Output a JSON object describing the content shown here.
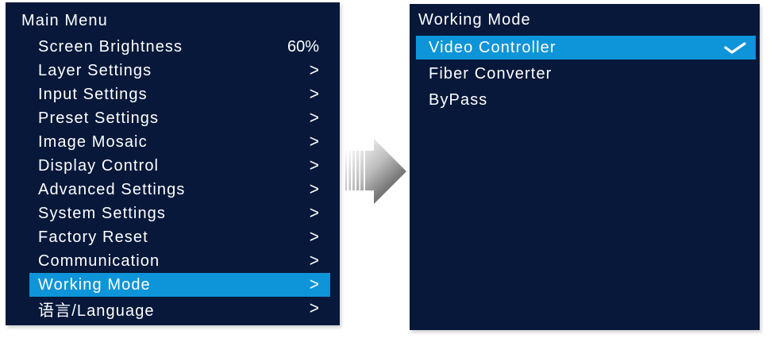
{
  "colors": {
    "page_bg": "#ffffff",
    "panel_bg": "#07183a",
    "highlight": "#0e94d8",
    "text": "#ffffff",
    "arrow_light": "#fdfdfd",
    "arrow_mid": "#bdbdbd",
    "arrow_dark": "#3f3f3f"
  },
  "icons": {
    "chevron_glyph": ">",
    "transition_arrow": "right-arrow-icon",
    "checkmark": "check-icon"
  },
  "main_menu": {
    "title": "Main Menu",
    "items": [
      {
        "label": "Screen Brightness",
        "value": "60%",
        "chevron": false,
        "selected": false
      },
      {
        "label": "Layer Settings",
        "value": "",
        "chevron": true,
        "selected": false
      },
      {
        "label": "Input Settings",
        "value": "",
        "chevron": true,
        "selected": false
      },
      {
        "label": "Preset Settings",
        "value": "",
        "chevron": true,
        "selected": false
      },
      {
        "label": "Image Mosaic",
        "value": "",
        "chevron": true,
        "selected": false
      },
      {
        "label": "Display Control",
        "value": "",
        "chevron": true,
        "selected": false
      },
      {
        "label": "Advanced Settings",
        "value": "",
        "chevron": true,
        "selected": false
      },
      {
        "label": "System Settings",
        "value": "",
        "chevron": true,
        "selected": false
      },
      {
        "label": "Factory Reset",
        "value": "",
        "chevron": true,
        "selected": false
      },
      {
        "label": "Communication",
        "value": "",
        "chevron": true,
        "selected": false
      },
      {
        "label": "Working Mode",
        "value": "",
        "chevron": true,
        "selected": true
      },
      {
        "label": "语言/Language",
        "value": "",
        "chevron": true,
        "selected": false
      }
    ]
  },
  "working_mode": {
    "title": "Working Mode",
    "items": [
      {
        "label": "Video Controller",
        "selected": true,
        "checked": true
      },
      {
        "label": "Fiber Converter",
        "selected": false,
        "checked": false
      },
      {
        "label": "ByPass",
        "selected": false,
        "checked": false
      }
    ]
  }
}
